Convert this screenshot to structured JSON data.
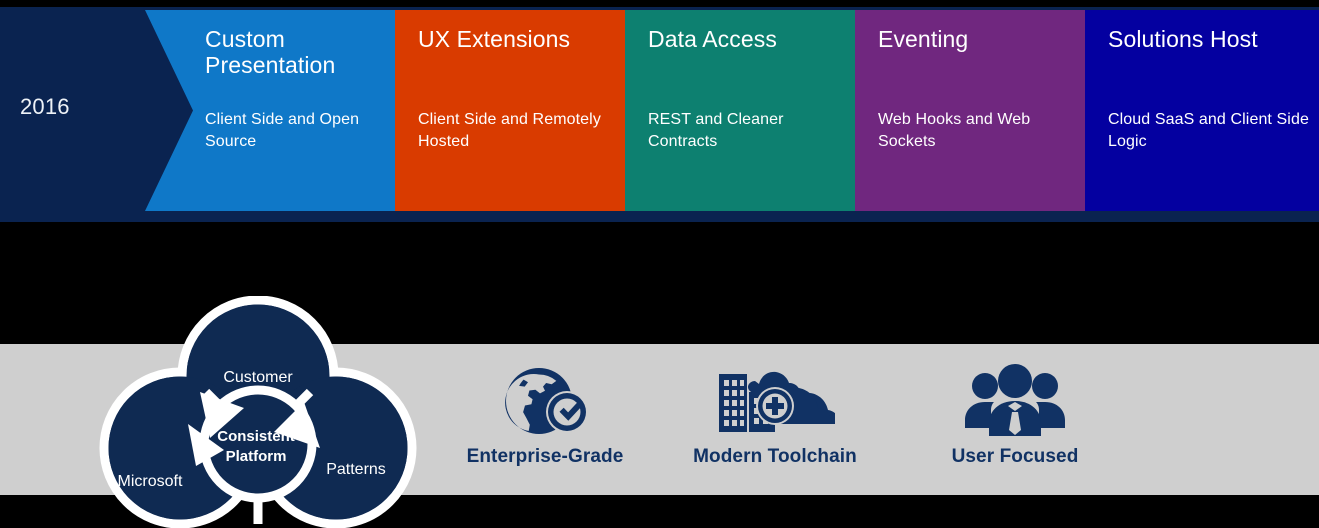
{
  "slide": {
    "year_label": "2016",
    "colors": {
      "navy_band": "#0a2350",
      "custom_presentation": "#0f78c8",
      "ux_extensions": "#d93b00",
      "data_access": "#0d8070",
      "eventing": "#70277f",
      "solutions_host": "#0400a0",
      "gray_band": "#cfcfcf",
      "background": "#000000",
      "feature_label": "#113264",
      "cloud_fill": "#0f2a52"
    }
  },
  "roadmap": {
    "items": [
      {
        "title": "Custom Presentation",
        "subtitle": "Client Side and Open Source",
        "shape": "chevron"
      },
      {
        "title": "UX Extensions",
        "subtitle": "Client Side and Remotely Hosted",
        "shape": "rect"
      },
      {
        "title": "Data Access",
        "subtitle": "REST and Cleaner Contracts",
        "shape": "rect"
      },
      {
        "title": "Eventing",
        "subtitle": "Web Hooks and Web Sockets",
        "shape": "rect"
      },
      {
        "title": "Solutions Host",
        "subtitle": "Cloud SaaS and Client Side Logic",
        "shape": "rect"
      }
    ]
  },
  "cloud_diagram": {
    "center_line1": "Consistent",
    "center_line2": "Platform",
    "lobe_top": "Customer",
    "lobe_left": "Microsoft",
    "lobe_right": "Patterns"
  },
  "features": [
    {
      "label": "Enterprise-Grade",
      "icon": "globe-check-icon"
    },
    {
      "label": "Modern Toolchain",
      "icon": "buildings-cloud-plus-icon"
    },
    {
      "label": "User Focused",
      "icon": "people-group-icon"
    }
  ]
}
